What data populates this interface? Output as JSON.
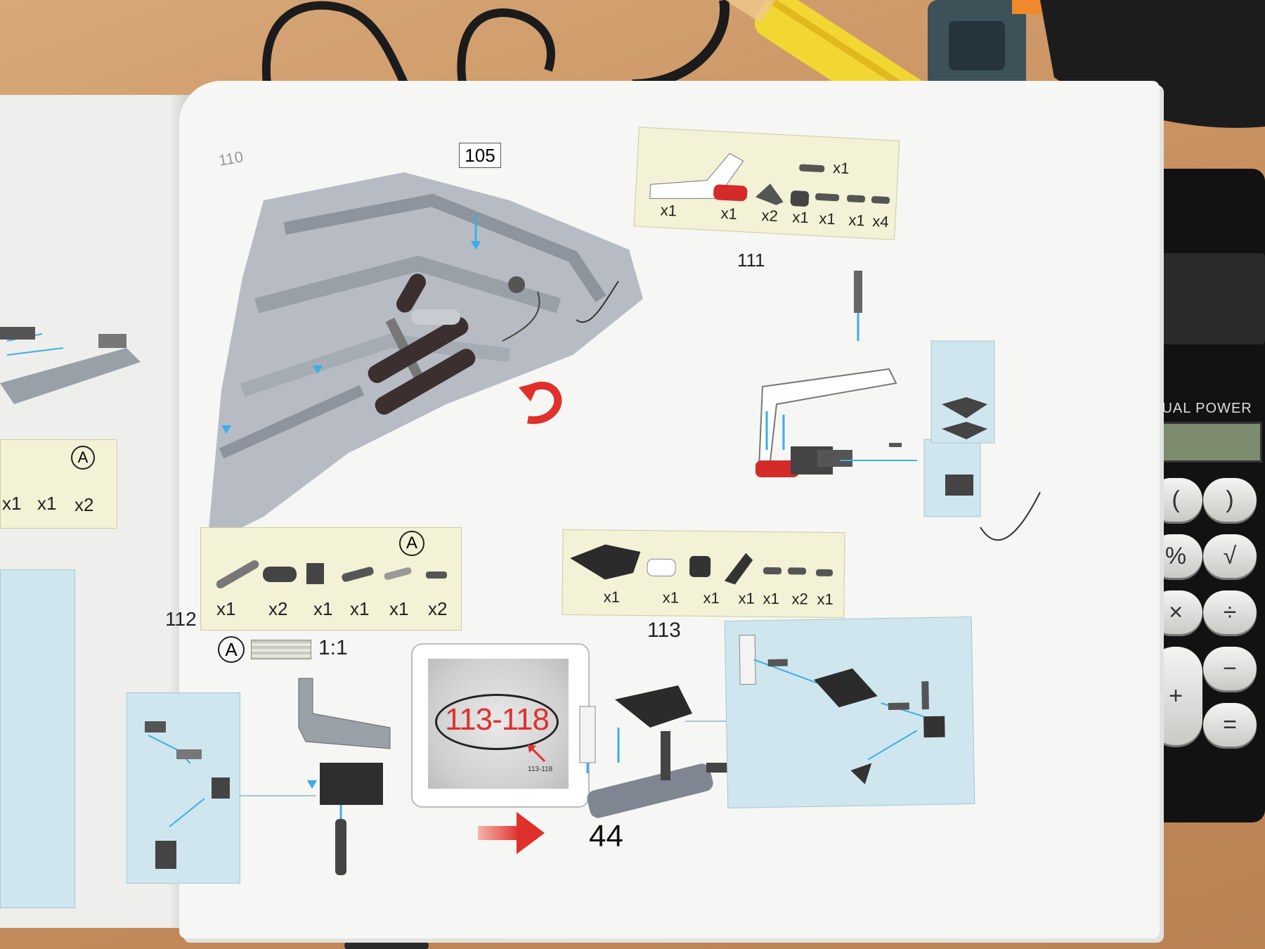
{
  "left_page": {
    "counts": [
      "x1",
      "x1",
      "x2"
    ],
    "marker": "A"
  },
  "main_page": {
    "corner_number": "110",
    "callout": "105",
    "page_number": "44"
  },
  "step111": {
    "number": "111",
    "counts": [
      "x1",
      "x1",
      "x2",
      "x1",
      "x1",
      "x1",
      "x4"
    ],
    "top_count": "x1"
  },
  "step112": {
    "number": "112",
    "marker": "A",
    "counts": [
      "x1",
      "x2",
      "x1",
      "x1",
      "x1",
      "x2"
    ],
    "scale_marker": "A",
    "scale": "1:1"
  },
  "step113": {
    "number": "113",
    "counts": [
      "x1",
      "x1",
      "x1",
      "x1",
      "x1",
      "x2",
      "x1"
    ]
  },
  "bag": {
    "label": "113-118",
    "small_label": "113-118"
  },
  "calculator": {
    "brand": "DUAL POWER",
    "keys": [
      "(",
      ")",
      "%",
      "√",
      "×",
      "÷",
      "+",
      "−",
      "="
    ]
  },
  "colors": {
    "arrow_red": "#e0302c",
    "guide_blue": "#3aaee6",
    "tray": "#f3f1d6",
    "panel_blue": "#cfe6ee"
  }
}
